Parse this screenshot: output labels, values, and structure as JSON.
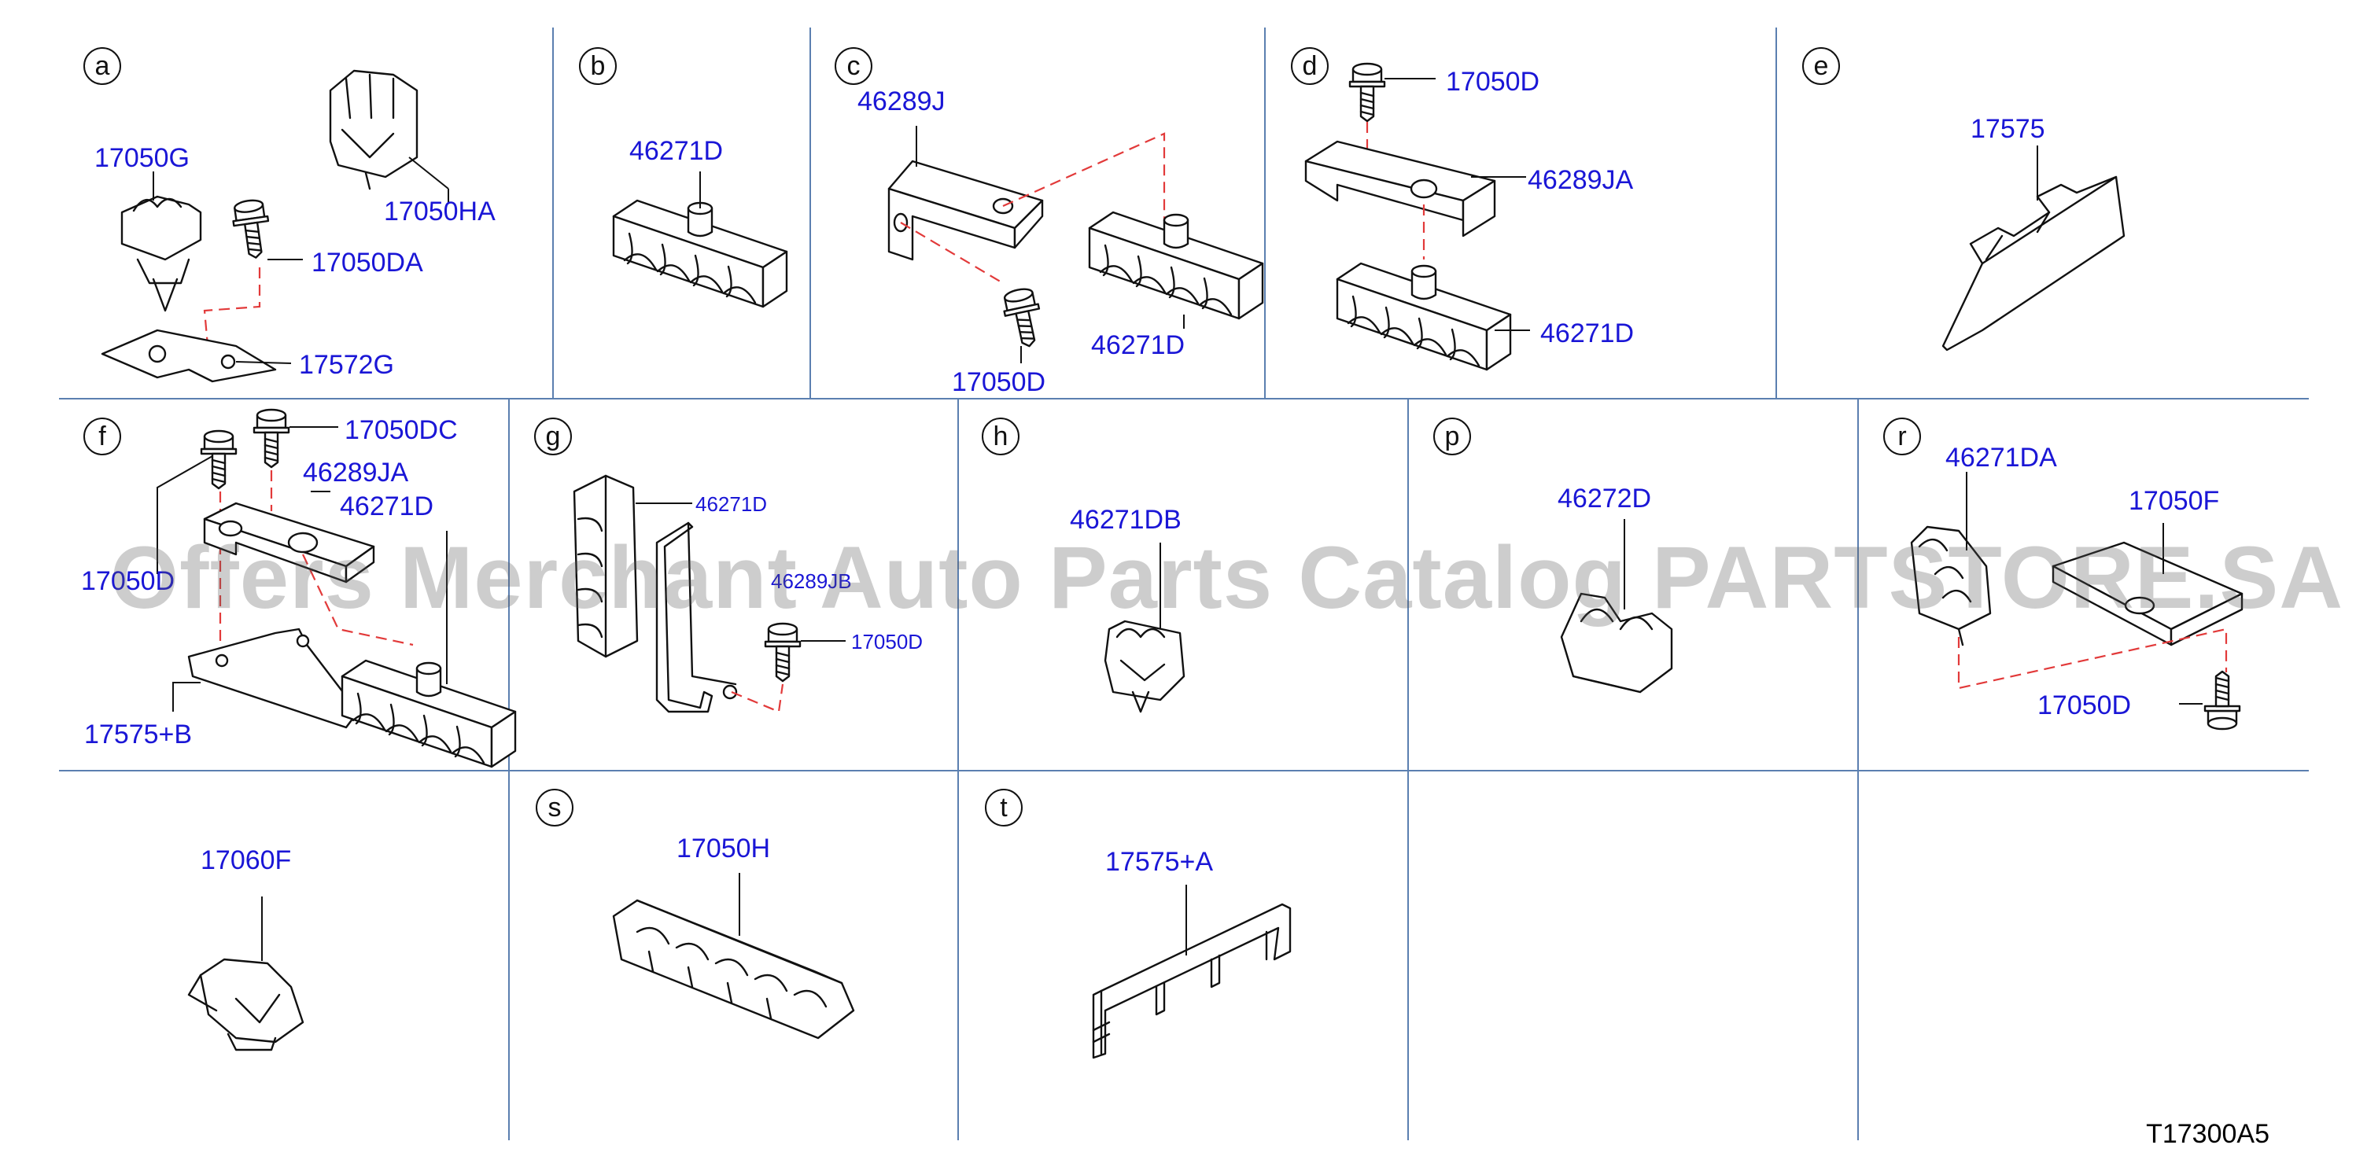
{
  "watermark": "Offers Merchant Auto Parts Catalog PARTSTORE.SA",
  "document_id": "T17300A5",
  "colors": {
    "label": "#1a16d6",
    "grid": "#5b7fb0",
    "leader_dash": "#e23a3a",
    "drawing": "#111111"
  },
  "panels": [
    {
      "letter": "a",
      "labels": [
        "17050G",
        "17050HA",
        "17050DA",
        "17572G"
      ]
    },
    {
      "letter": "b",
      "labels": [
        "46271D"
      ]
    },
    {
      "letter": "c",
      "labels": [
        "46289J",
        "17050D",
        "46271D"
      ]
    },
    {
      "letter": "d",
      "labels": [
        "17050D",
        "46289JA",
        "46271D"
      ]
    },
    {
      "letter": "e",
      "labels": [
        "17575"
      ]
    },
    {
      "letter": "f",
      "labels": [
        "17050DC",
        "46289JA",
        "46271D",
        "17050D",
        "17575+B"
      ]
    },
    {
      "letter": "g",
      "labels": [
        "46271D",
        "46289JB",
        "17050D"
      ]
    },
    {
      "letter": "h",
      "labels": [
        "46271DB"
      ]
    },
    {
      "letter": "p",
      "labels": [
        "46272D"
      ]
    },
    {
      "letter": "r",
      "labels": [
        "46271DA",
        "17050F",
        "17050D"
      ]
    },
    {
      "letter": "",
      "labels": [
        "17060F"
      ]
    },
    {
      "letter": "s",
      "labels": [
        "17050H"
      ]
    },
    {
      "letter": "t",
      "labels": [
        "17575+A"
      ]
    }
  ]
}
